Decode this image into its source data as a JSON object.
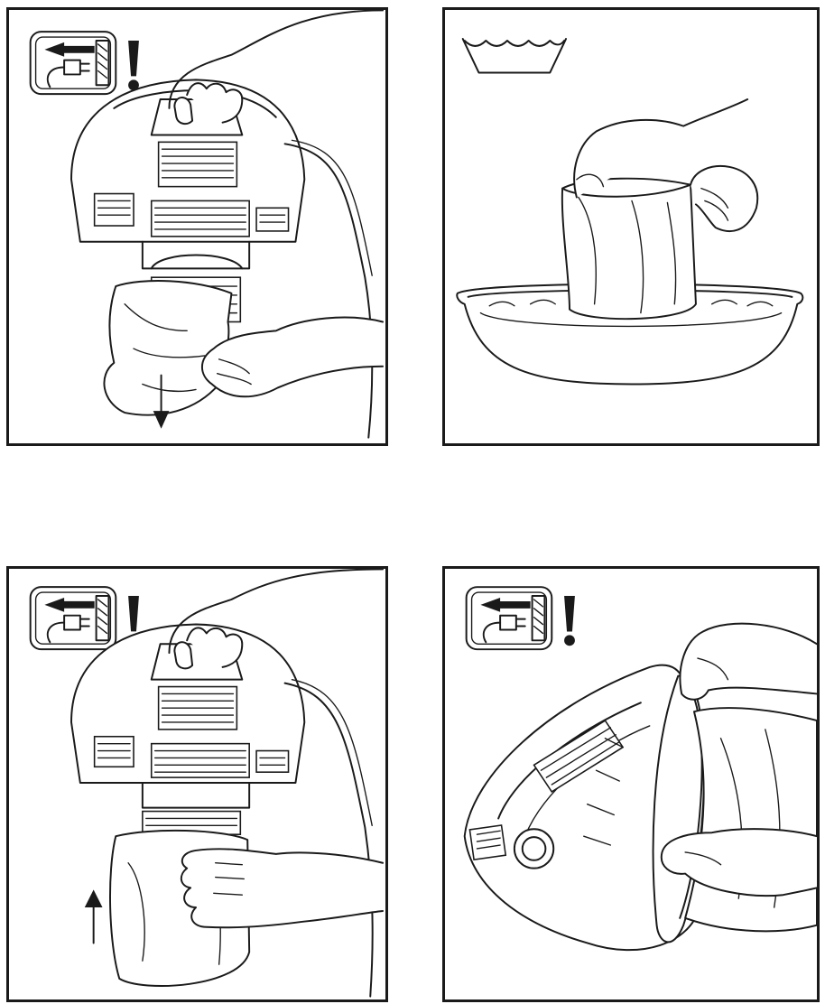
{
  "figure": {
    "panels": [
      {
        "id": "unplug-remove-bag",
        "icons": [
          "unplug-warning-icon",
          "exclamation-icon",
          "arrow-down-icon"
        ]
      },
      {
        "id": "wash-bag-in-basin",
        "icons": [
          "washing-basin-symbol-icon"
        ]
      },
      {
        "id": "unplug-refit-bag",
        "icons": [
          "unplug-warning-icon",
          "exclamation-icon",
          "arrow-up-icon"
        ]
      },
      {
        "id": "unplug-fit-bag-rim",
        "icons": [
          "unplug-warning-icon",
          "exclamation-icon"
        ]
      }
    ]
  }
}
